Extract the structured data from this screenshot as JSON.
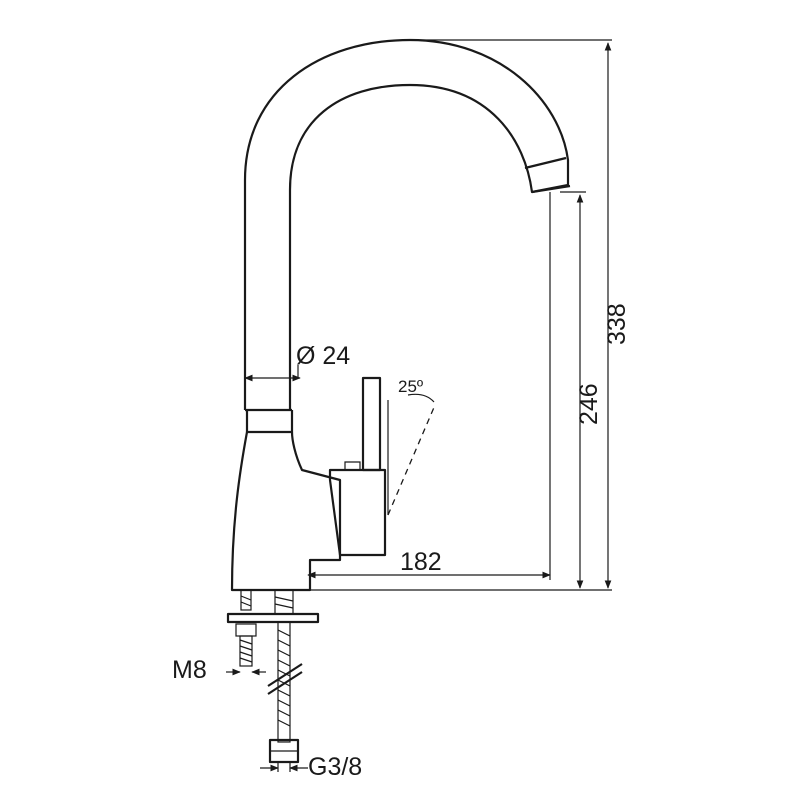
{
  "drawing": {
    "diameter_label": "Ø 24",
    "angle_label": "25º",
    "reach_label": "182",
    "spout_height_label": "246",
    "total_height_label": "338",
    "thread_label": "M8",
    "hose_label": "G3/8"
  },
  "colors": {
    "line": "#1a1a1a",
    "background": "#ffffff"
  }
}
